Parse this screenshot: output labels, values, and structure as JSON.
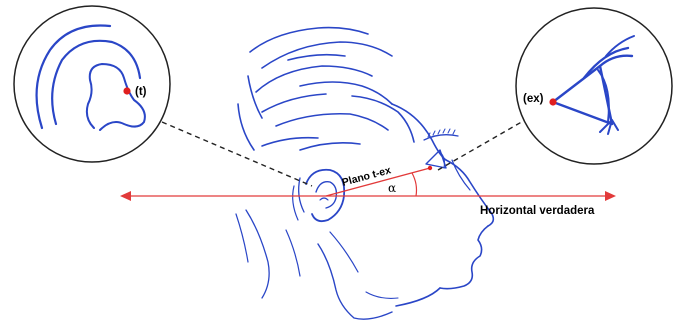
{
  "labels": {
    "tragus_point": "(t)",
    "eye_point": "(ex)",
    "plane": "Plano t-ex",
    "angle": "α",
    "horizontal": "Horizontal verdadera"
  },
  "colors": {
    "sketch_line": "#2a46c7",
    "accent_red": "#e23a3a",
    "point_red": "#e01f1f",
    "outline": "#222222"
  }
}
